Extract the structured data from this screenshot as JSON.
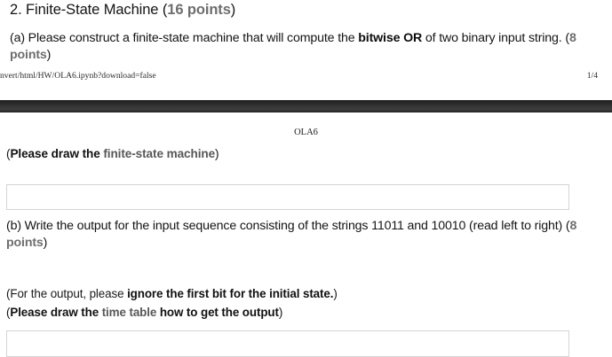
{
  "page1": {
    "title_prefix": "2. Finite-State Machine (",
    "title_points": "16 points",
    "title_suffix": ")",
    "part_a_lead": "(a) Please construct a finite-state machine that will compute the ",
    "part_a_emphasis": "bitwise OR",
    "part_a_mid": " of two binary input string. (",
    "part_a_points": "8 points",
    "part_a_end": ")",
    "footer_url": "nvert/html/HW/OLA6.ipynb?download=false",
    "footer_page": "1/4"
  },
  "page2": {
    "header": "OLA6",
    "draw_fsm_open": "(",
    "draw_fsm_bold_dark": "Please draw the ",
    "draw_fsm_bold_gray": "finite-state machine",
    "draw_fsm_close": ")",
    "part_b_lead": "(b) Write the output for the input sequence consisting of the strings 11011 and 10010 (read left to right) (",
    "part_b_points": "8 points",
    "part_b_end": ")",
    "ignore_open": "(For the output, please ",
    "ignore_bold": "ignore the first bit for the initial state.",
    "ignore_close": ")",
    "timetable_open": "(",
    "timetable_bold_dark_1": "Please draw the ",
    "timetable_bold_gray": "time table",
    "timetable_bold_dark_2": " how to get the output",
    "timetable_close": ")"
  },
  "colors": {
    "text": "#141414",
    "muted_bold": "#6e6e6e",
    "gray_bold": "#575757",
    "box_border": "#d4d4d4",
    "band": "#333333",
    "background": "#ffffff"
  }
}
